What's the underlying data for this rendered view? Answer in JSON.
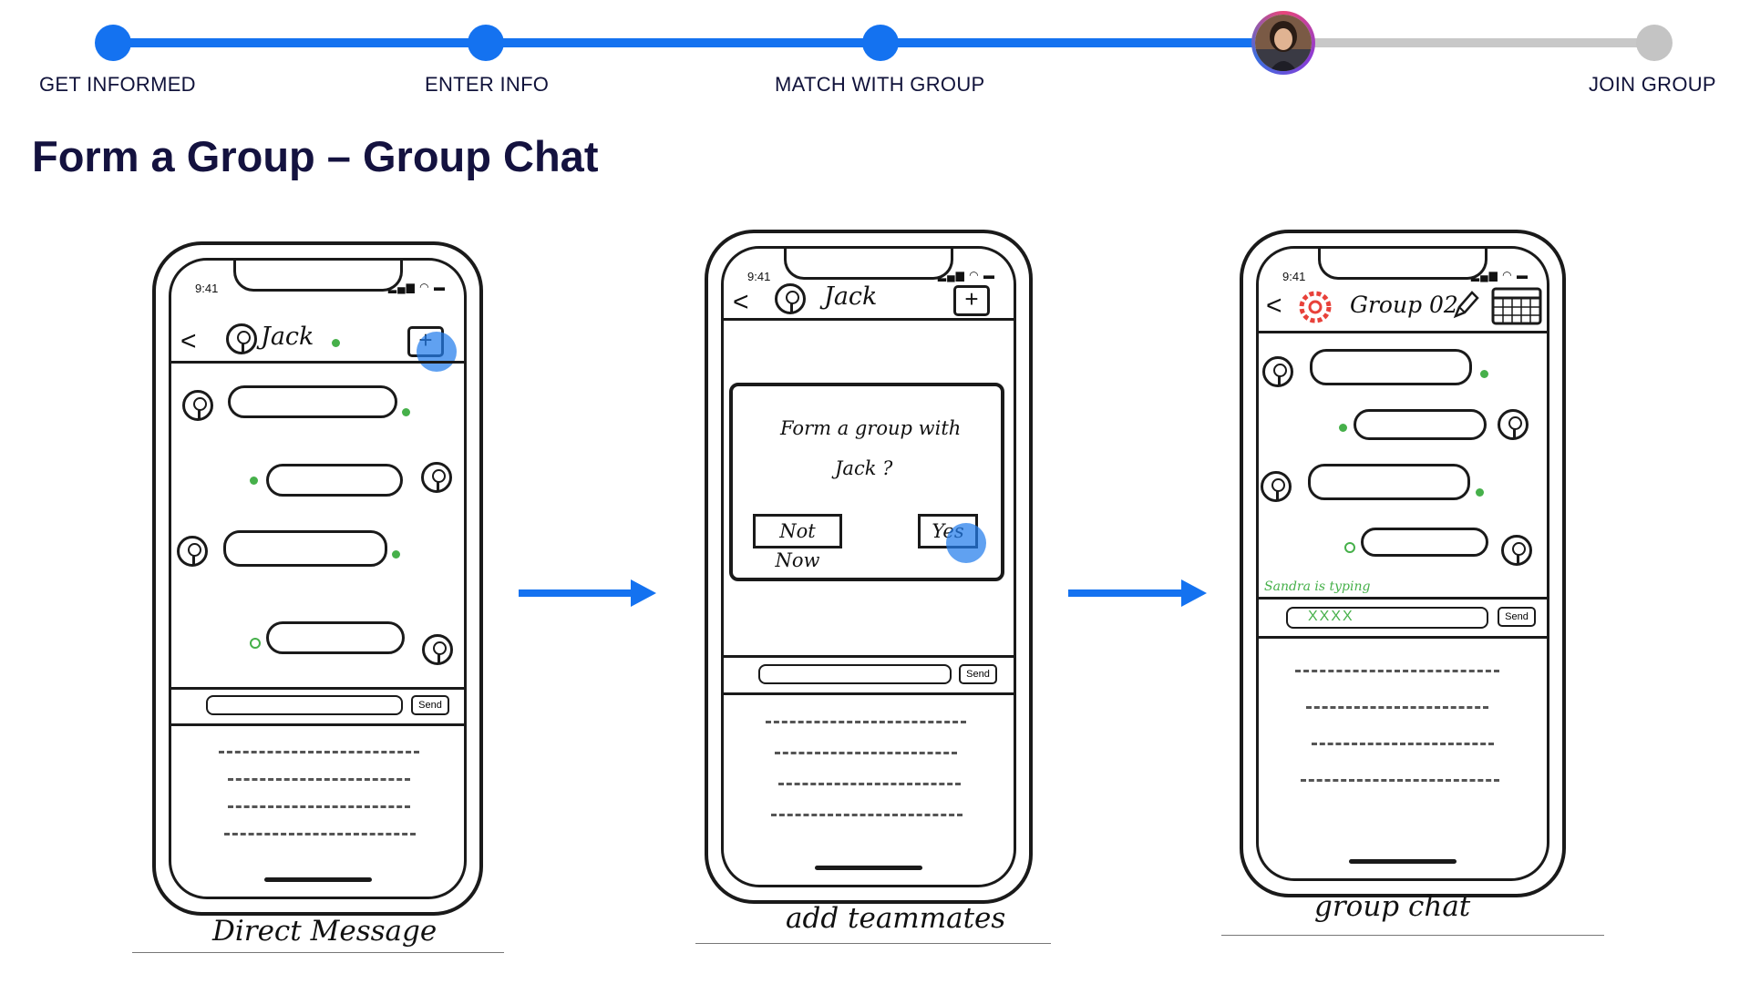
{
  "progress": {
    "steps": [
      {
        "label": "GET INFORMED",
        "state": "done"
      },
      {
        "label": "ENTER INFO",
        "state": "done"
      },
      {
        "label": "MATCH WITH GROUP",
        "state": "done"
      },
      {
        "label": "",
        "state": "current"
      },
      {
        "label": "JOIN GROUP",
        "state": "upcoming"
      }
    ],
    "colors": {
      "active": "#1472f0",
      "inactive": "#c4c4c4"
    }
  },
  "title": "Form a Group – Group Chat",
  "phones": [
    {
      "time": "9:41",
      "chat_name": "Jack",
      "back_glyph": "<",
      "add_glyph": "+",
      "send_label": "Send",
      "caption": "Direct   Message"
    },
    {
      "time": "9:41",
      "chat_name": "Jack",
      "back_glyph": "<",
      "add_glyph": "+",
      "dialog_line1": "Form a group with",
      "dialog_line2": "Jack ?",
      "not_now_label": "Not Now",
      "yes_label": "Yes",
      "send_label": "Send",
      "caption": "add teammates"
    },
    {
      "time": "9:41",
      "chat_name": "Group 02",
      "back_glyph": "<",
      "typing_text": "Sandra is typing",
      "draft_text": "XXXX",
      "send_label": "Send",
      "caption": "group chat"
    }
  ],
  "icons": [
    "avatar-photo",
    "back-arrow-icon",
    "add-icon",
    "person-icon",
    "edit-pencil-icon",
    "calendar-icon",
    "group-logo-icon",
    "flow-arrow-icon"
  ],
  "accent_green": "#46b04a"
}
